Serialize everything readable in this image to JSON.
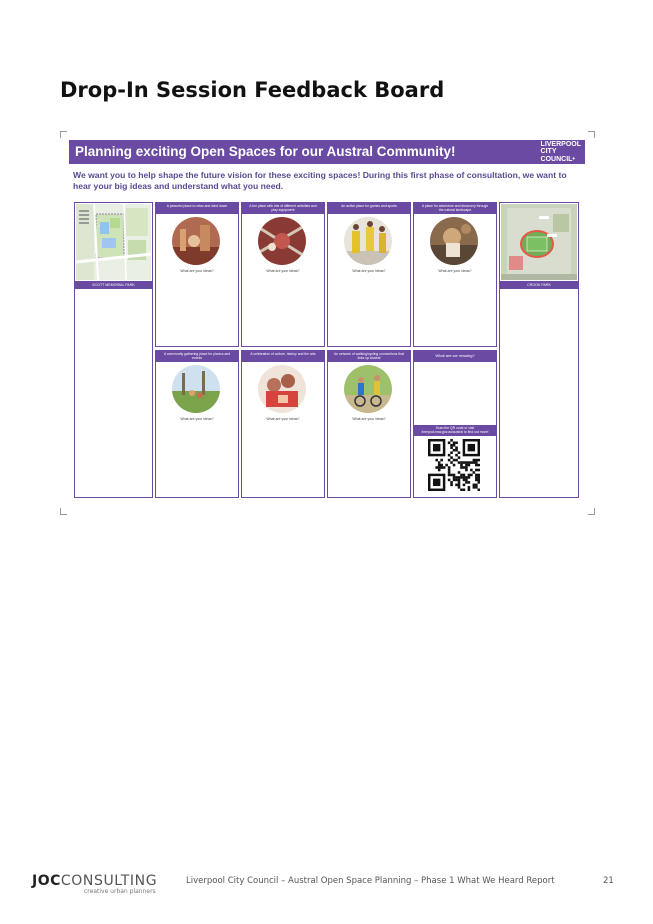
{
  "page_title": "Drop-In Session Feedback Board",
  "board": {
    "banner_title": "Planning exciting Open Spaces for our Austral Community!",
    "logo_lines": [
      "LIVERPOOL",
      "CITY",
      "COUNCIL•"
    ],
    "intro": "We want you to help shape the future vision for these exciting spaces! During this first phase of consultation, we want to hear your big ideas and understand what you need.",
    "left_map_label": "SCOTT MEMORIAL PARK",
    "right_map_label": "CROOK PARK",
    "prompts": [
      {
        "heading": "A peaceful place to relax and wind down",
        "question": "What are your ideas?"
      },
      {
        "heading": "A fun place with lots of different activities and play equipment",
        "question": "What are your ideas?"
      },
      {
        "heading": "An active place for games and sports",
        "question": "What are your ideas?"
      },
      {
        "heading": "A place for adventure and discovery through the natural landscape",
        "question": "What are your ideas?"
      },
      {
        "heading": "A community gathering place for picnics and events",
        "question": "What are your ideas?"
      },
      {
        "heading": "A celebration of culture, history and the arts",
        "question": "What are your ideas?"
      },
      {
        "heading": "An network of walking/cycling connections that links up Austral",
        "question": "What are your ideas?"
      }
    ],
    "missing_heading": "What are we missing?",
    "qr_caption": "Scan the QR code or visit liverpool.nsw.gov.au/austral to find out more!"
  },
  "colors": {
    "accent": "#6a4aa2",
    "intro_text": "#5b4a93"
  },
  "footer": {
    "brand_bold": "JOC",
    "brand_light": "CONSULTING",
    "brand_tagline": "creative urban planners",
    "report": "Liverpool City Council – Austral Open Space Planning – Phase 1 What We Heard Report",
    "page_number": "21"
  }
}
